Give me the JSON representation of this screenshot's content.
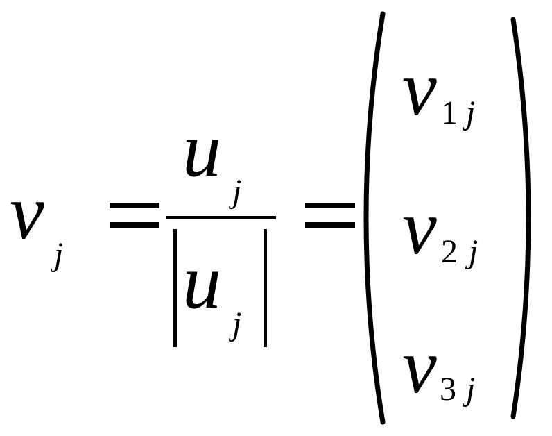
{
  "equation": {
    "lhs": {
      "base": "v",
      "sub": "j"
    },
    "equals_1": "=",
    "fraction": {
      "numerator": {
        "base": "u",
        "sub": "j"
      },
      "denominator": {
        "base": "u",
        "sub": "j"
      }
    },
    "equals_2": "=",
    "vector": [
      {
        "base": "v",
        "sub_index": "1",
        "sub_var": "j"
      },
      {
        "base": "v",
        "sub_index": "2",
        "sub_var": "j"
      },
      {
        "base": "v",
        "sub_index": "3",
        "sub_var": "j"
      }
    ]
  }
}
